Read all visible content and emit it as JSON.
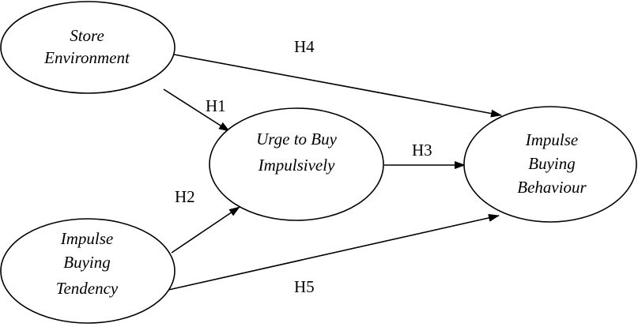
{
  "diagram": {
    "nodes": {
      "store_environment": {
        "lines": [
          "Store",
          "Environment"
        ]
      },
      "impulse_buying_tendency": {
        "lines": [
          "Impulse",
          "Buying",
          "Tendency"
        ]
      },
      "urge_to_buy": {
        "lines": [
          "Urge to Buy",
          "Impulsively"
        ]
      },
      "impulse_buying_behaviour": {
        "lines": [
          "Impulse",
          "Buying",
          "Behaviour"
        ]
      }
    },
    "edges": {
      "h1": {
        "label": "H1",
        "from": "Store Environment",
        "to": "Urge to Buy Impulsively"
      },
      "h2": {
        "label": "H2",
        "from": "Impulse Buying Tendency",
        "to": "Urge to Buy Impulsively"
      },
      "h3": {
        "label": "H3",
        "from": "Urge to Buy Impulsively",
        "to": "Impulse Buying Behaviour"
      },
      "h4": {
        "label": "H4",
        "from": "Store Environment",
        "to": "Impulse Buying Behaviour"
      },
      "h5": {
        "label": "H5",
        "from": "Impulse Buying Tendency",
        "to": "Impulse Buying Behaviour"
      }
    }
  }
}
